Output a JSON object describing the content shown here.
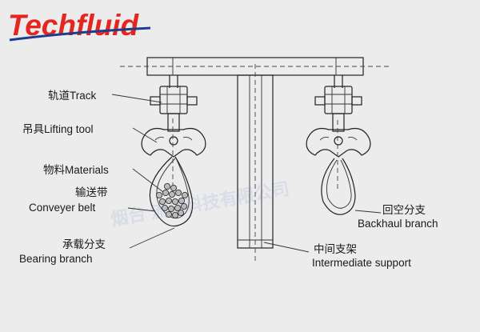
{
  "brand": {
    "logo_text": "Techfluid",
    "logo_color": "#e4261f",
    "swoosh_color": "#1f3d8f"
  },
  "watermark": {
    "text": "烟台 流体科技有限公司"
  },
  "labels": {
    "track": "轨道Track",
    "lifting_tool": "吊具Lifting tool",
    "materials": "物料Materials",
    "conveyor_zh": "输送带",
    "conveyor_en": "Conveyer belt",
    "bearing_zh": "承载分支",
    "bearing_en": "Bearing branch",
    "support_zh": "中间支架",
    "support_en": "Intermediate support",
    "backhaul_zh": "回空分支",
    "backhaul_en": "Backhaul branch"
  }
}
